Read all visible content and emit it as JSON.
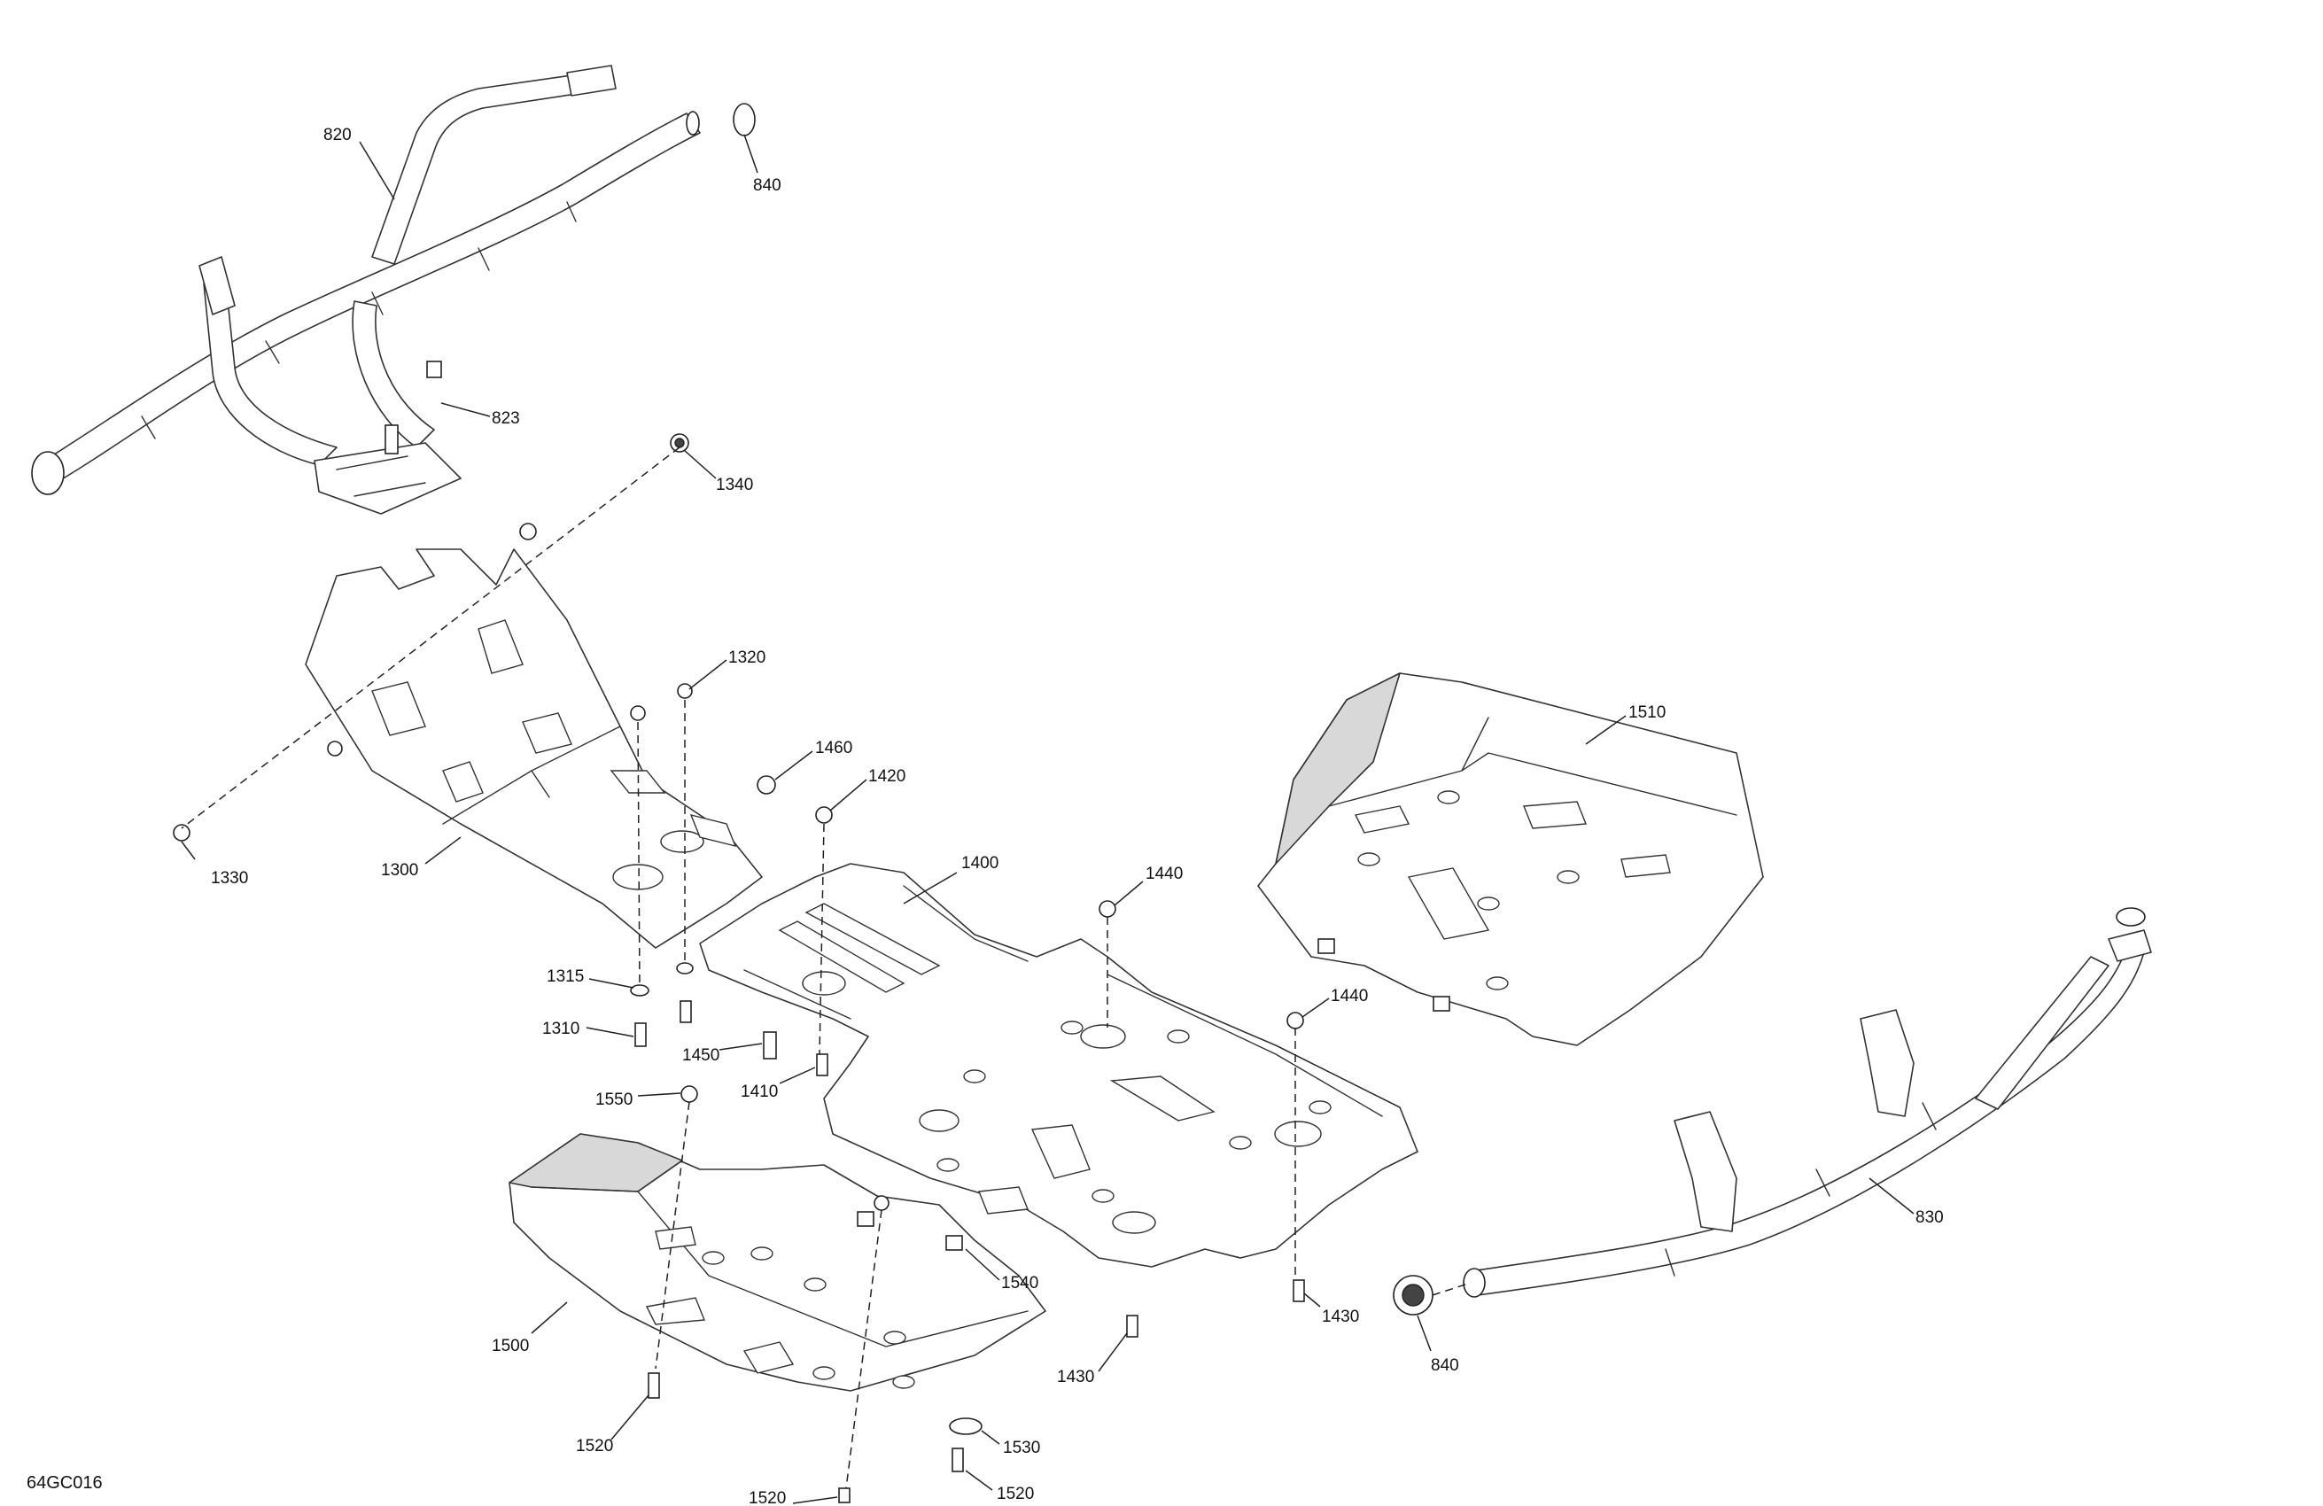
{
  "callouts": {
    "p820": "820",
    "p840a": "840",
    "p823": "823",
    "p1340": "1340",
    "p1320": "1320",
    "p1460": "1460",
    "p1420": "1420",
    "p1400": "1400",
    "p1440a": "1440",
    "p1510": "1510",
    "p1330": "1330",
    "p1300": "1300",
    "p1315": "1315",
    "p1310": "1310",
    "p1450": "1450",
    "p1410": "1410",
    "p1440b": "1440",
    "p1550": "1550",
    "p1540": "1540",
    "p830": "830",
    "p1500": "1500",
    "p1430a": "1430",
    "p1430b": "1430",
    "p840b": "840",
    "p1520a": "1520",
    "p1530": "1530",
    "p1520b": "1520",
    "p1520c": "1520"
  },
  "ref_code": "64GC016"
}
